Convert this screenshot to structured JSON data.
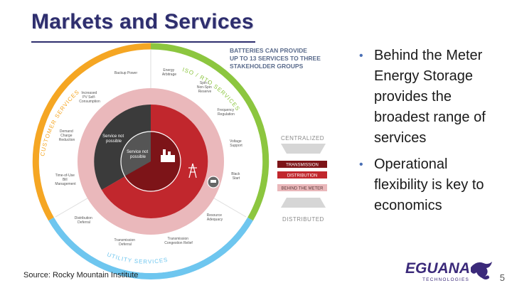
{
  "slide": {
    "title": "Markets and Services",
    "page_number": "5",
    "source": "Source:  Rocky Mountain Institute"
  },
  "diagram": {
    "header": [
      "BATTERIES CAN PROVIDE",
      "UP TO 13 SERVICES TO THREE",
      "STAKEHOLDER GROUPS"
    ],
    "ring_labels": {
      "customer": "CUSTOMER SERVICES",
      "iso_rto": "ISO / RTO SERVICES",
      "utility": "UTILITY SERVICES"
    },
    "services": {
      "backup_power": "Backup Power",
      "energy_arbitrage": [
        "Energy",
        "Arbitrage"
      ],
      "spin_reserve": [
        "Spin /",
        "Non-Spin",
        "Reserve"
      ],
      "frequency_regulation": [
        "Frequency",
        "Regulation"
      ],
      "voltage_support": [
        "Voltage",
        "Support"
      ],
      "black_start": [
        "Black",
        "Start"
      ],
      "resource_adequacy": [
        "Resource",
        "Adequacy"
      ],
      "transmission_congestion_relief": [
        "Transmission",
        "Congestion Relief"
      ],
      "transmission_deferral": [
        "Transmission",
        "Deferral"
      ],
      "distribution_deferral": [
        "Distribution",
        "Deferral"
      ],
      "time_of_use": [
        "Time-of-Use",
        "Bill",
        "Management"
      ],
      "demand_charge": [
        "Demand",
        "Charge",
        "Reduction"
      ],
      "pv_self_consumption": [
        "Increased",
        "PV Self-",
        "Consumption"
      ]
    },
    "inner_labels": {
      "not_possible_1": [
        "Service not",
        "possible"
      ],
      "not_possible_2": [
        "Service not",
        "possible"
      ]
    },
    "legend": {
      "centralized": "CENTRALIZED",
      "transmission": "TRANSMISSION",
      "distribution": "DISTRIBUTION",
      "behind_the_meter": "BEHIND THE METER",
      "distributed": "DISTRIBUTED"
    },
    "colors": {
      "customer": "#f5a623",
      "iso_rto": "#8cc63f",
      "utility": "#6ec6ef",
      "pink": "#eab8bb",
      "red": "#c1272d",
      "dark_red": "#7d1418",
      "gray": "#3b3b3b"
    }
  },
  "bullets": [
    "Behind the Meter Energy Storage provides the broadest range of services",
    "Operational flexibility is key to economics"
  ],
  "logo": {
    "text": "EGUANA",
    "subtext": "TECHNOLOGIES"
  }
}
